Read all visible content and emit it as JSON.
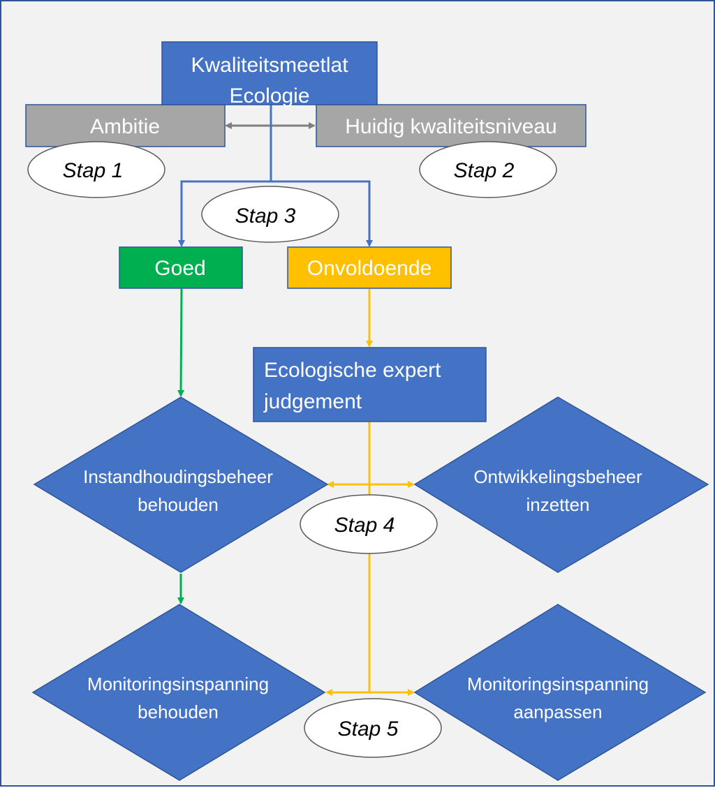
{
  "colors": {
    "background": "#f2f2f2",
    "frame": "#2f5597",
    "blue": "#4472c4",
    "grey": "#a6a6a6",
    "green": "#00b050",
    "amber": "#ffc000",
    "connector_blue": "#4472c4",
    "connector_grey": "#7f7f7f",
    "connector_green": "#00b050",
    "connector_amber": "#ffc000",
    "ellipse_fill": "#ffffff",
    "ellipse_stroke": "#595959",
    "text_white": "#ffffff",
    "text_black": "#000000"
  },
  "nodes": {
    "kwaliteitsmeetlat": {
      "line1": "Kwaliteitsmeetlat",
      "line2": "Ecologie"
    },
    "ambitie": {
      "label": "Ambitie"
    },
    "huidig": {
      "label": "Huidig kwaliteitsniveau"
    },
    "goed": {
      "label": "Goed"
    },
    "onvoldoende": {
      "label": "Onvoldoende"
    },
    "expert": {
      "line1": "Ecologische expert",
      "line2": "judgement"
    },
    "instandhouding": {
      "line1": "Instandhoudingsbeheer",
      "line2": "behouden"
    },
    "ontwikkeling": {
      "line1": "Ontwikkelingsbeheer",
      "line2": "inzetten"
    },
    "monitoring_behouden": {
      "line1": "Monitoringsinspanning",
      "line2": "behouden"
    },
    "monitoring_aanpassen": {
      "line1": "Monitoringsinspanning",
      "line2": "aanpassen"
    }
  },
  "steps": {
    "stap1": "Stap 1",
    "stap2": "Stap 2",
    "stap3": "Stap 3",
    "stap4": "Stap 4",
    "stap5": "Stap 5"
  }
}
